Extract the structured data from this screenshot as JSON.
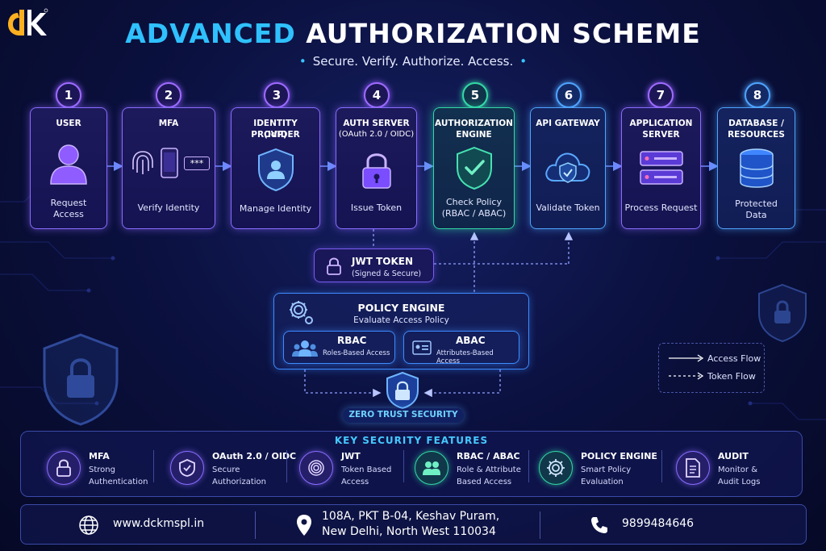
{
  "logo": {
    "text": "dk"
  },
  "title": {
    "part1": "ADVANCED",
    "part2": "AUTHORIZATION SCHEME"
  },
  "subtitle": {
    "part1": "Secure.",
    "part2": "Verify.",
    "part3": "Authorize.",
    "part4": "Access."
  },
  "steps": [
    {
      "num": "1",
      "title1": "USER",
      "title2": "",
      "label1": "Request",
      "label2": "Access"
    },
    {
      "num": "2",
      "title1": "MFA",
      "title2": "",
      "label1": "Verify Identity",
      "label2": "",
      "pin": "***"
    },
    {
      "num": "3",
      "title1": "IDENTITY PROVIDER",
      "title2": "(IdP)",
      "label1": "Manage Identity",
      "label2": ""
    },
    {
      "num": "4",
      "title1": "AUTH SERVER",
      "title2": "(OAuth 2.0 / OIDC)",
      "label1": "Issue Token",
      "label2": ""
    },
    {
      "num": "5",
      "title1": "AUTHORIZATION",
      "title2": "ENGINE",
      "label1": "Check Policy",
      "label2": "(RBAC / ABAC)"
    },
    {
      "num": "6",
      "title1": "API GATEWAY",
      "title2": "",
      "label1": "Validate Token",
      "label2": ""
    },
    {
      "num": "7",
      "title1": "APPLICATION",
      "title2": "SERVER",
      "label1": "Process Request",
      "label2": ""
    },
    {
      "num": "8",
      "title1": "DATABASE /",
      "title2": "RESOURCES",
      "label1": "Protected",
      "label2": "Data"
    }
  ],
  "jwt": {
    "title": "JWT TOKEN",
    "subtitle": "(Signed & Secure)"
  },
  "policy": {
    "title": "POLICY ENGINE",
    "subtitle": "Evaluate Access Policy",
    "rbac": {
      "title": "RBAC",
      "desc": "Roles-Based Access"
    },
    "abac": {
      "title": "ABAC",
      "desc": "Attributes-Based Access"
    }
  },
  "zero_trust": {
    "label": "ZERO TRUST SECURITY"
  },
  "legend": {
    "access": "Access Flow",
    "token": "Token Flow"
  },
  "features": {
    "title": "KEY SECURITY FEATURES",
    "items": [
      {
        "name": "MFA",
        "desc": "Strong\nAuthentication",
        "icon": "lock-icon"
      },
      {
        "name": "OAuth 2.0 / OIDC",
        "desc": "Secure\nAuthorization",
        "icon": "shield-check-icon"
      },
      {
        "name": "JWT",
        "desc": "Token Based\nAccess",
        "icon": "fingerprint-icon"
      },
      {
        "name": "RBAC / ABAC",
        "desc": "Role & Attribute\nBased Access",
        "icon": "users-icon"
      },
      {
        "name": "POLICY ENGINE",
        "desc": "Smart Policy\nEvaluation",
        "icon": "gear-icon"
      },
      {
        "name": "AUDIT",
        "desc": "Monitor &\nAudit Logs",
        "icon": "document-icon"
      }
    ]
  },
  "footer": {
    "website": "www.dckmspl.in",
    "address1": "108A, PKT B-04, Keshav Puram,",
    "address2": "New Delhi, North West 110034",
    "phone": "9899484646"
  },
  "colors": {
    "accent": "#2fc1ff",
    "purple": "#8a6cff",
    "green": "#33d8a6",
    "background": "#070b2c"
  }
}
